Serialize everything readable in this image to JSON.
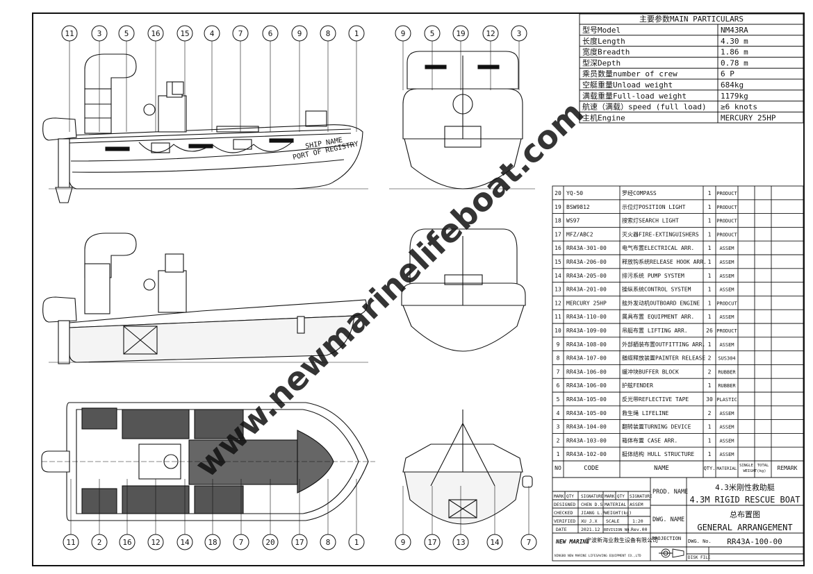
{
  "particulars": {
    "header": "主要参数MAIN PARTICULARS",
    "rows": [
      {
        "label": "型号Model",
        "value": "NM43RA"
      },
      {
        "label": "长度Length",
        "value": "4.30 m"
      },
      {
        "label": "宽度Breadth",
        "value": "1.86 m"
      },
      {
        "label": "型深Depth",
        "value": "0.78 m"
      },
      {
        "label": "乘员数量number of crew",
        "value": "6 P"
      },
      {
        "label": "空艇重量Unload weight",
        "value": "684kg"
      },
      {
        "label": "满载重量Full-load weight",
        "value": "1179kg"
      },
      {
        "label": "航速（满载）speed (full load)",
        "value": "≥6 knots"
      },
      {
        "label": "主机Engine",
        "value": "MERCURY 25HP"
      }
    ]
  },
  "parts": [
    {
      "no": "20",
      "code": "YQ-50",
      "name": "罗经COMPASS",
      "qty": "1",
      "material": "PRODUCT"
    },
    {
      "no": "19",
      "code": "BSW9812",
      "name": "示位灯POSITION LIGHT",
      "qty": "1",
      "material": "PRODUCT"
    },
    {
      "no": "18",
      "code": "WS97",
      "name": "搜索灯SEARCH LIGHT",
      "qty": "1",
      "material": "PRODUCT"
    },
    {
      "no": "17",
      "code": "MFZ/ABC2",
      "name": "灭火器FIRE-EXTINGUISHERS",
      "qty": "1",
      "material": "PRODUCT"
    },
    {
      "no": "16",
      "code": "RR43A-301-00",
      "name": "电气布置ELECTRICAL ARR.",
      "qty": "1",
      "material": "ASSEM"
    },
    {
      "no": "15",
      "code": "RR43A-206-00",
      "name": "释放钩系统RELEASE HOOK ARR.",
      "qty": "1",
      "material": "ASSEM"
    },
    {
      "no": "14",
      "code": "RR43A-205-00",
      "name": "排污系统 PUMP SYSTEM",
      "qty": "1",
      "material": "ASSEM"
    },
    {
      "no": "13",
      "code": "RR43A-201-00",
      "name": "操纵系统CONTROL SYSTEM",
      "qty": "1",
      "material": "ASSEM"
    },
    {
      "no": "12",
      "code": "MERCURY 25HP",
      "name": "舷外发动机OUTBOARD ENGINE",
      "qty": "1",
      "material": "PRODCUT"
    },
    {
      "no": "11",
      "code": "RR43A-110-00",
      "name": "属具布置 EQUIPMENT ARR.",
      "qty": "1",
      "material": "ASSEM"
    },
    {
      "no": "10",
      "code": "RR43A-109-00",
      "name": "吊艇布置 LIFTING ARR.",
      "qty": "26",
      "material": "PRODUCT"
    },
    {
      "no": "9",
      "code": "RR43A-108-00",
      "name": "外部舾装布置OUTFITTING ARR.",
      "qty": "1",
      "material": "ASSEM"
    },
    {
      "no": "8",
      "code": "RR43A-107-00",
      "name": "艏缆释放装置PAINTER RELEASE",
      "qty": "2",
      "material": "SUS304"
    },
    {
      "no": "7",
      "code": "RR43A-106-00",
      "name": "缓冲块BUFFER BLOCK",
      "qty": "2",
      "material": "RUBBER"
    },
    {
      "no": "6",
      "code": "RR43A-106-00",
      "name": "护舷FENDER",
      "qty": "1",
      "material": "RUBBER"
    },
    {
      "no": "5",
      "code": "RR43A-105-00",
      "name": "反光带REFLECTIVE TAPE",
      "qty": "30",
      "material": "PLASTIC"
    },
    {
      "no": "4",
      "code": "RR43A-105-00",
      "name": "救生绳 LIFELINE",
      "qty": "2",
      "material": "ASSEM"
    },
    {
      "no": "3",
      "code": "RR43A-104-00",
      "name": "翻转装置TURNING DEVICE",
      "qty": "1",
      "material": "ASSEM"
    },
    {
      "no": "2",
      "code": "RR43A-103-00",
      "name": "箱体布置 CASE ARR.",
      "qty": "1",
      "material": "ASSEM"
    },
    {
      "no": "1",
      "code": "RR43A-102-00",
      "name": "艇体结构 HULL STRUCTURE",
      "qty": "1",
      "material": "ASSEM"
    }
  ],
  "parts_header": {
    "no": "NO",
    "code": "CODE",
    "name": "NAME",
    "qty": "QTY.",
    "material": "MATERIAL",
    "single": "SINGLE",
    "total": "TOTAL",
    "weight": "WEIGHT(kg)",
    "remark": "REMARK"
  },
  "title_block": {
    "h_mark": "MARK",
    "h_qty": "QTY",
    "h_signature": "SIGNATURE",
    "designed": "DESIGNED",
    "designed_by": "CHEN D.S",
    "checked": "CHECKED",
    "checked_by": "JIANG L.F",
    "verified": "VERIFIED",
    "verified_by": "XU J.X",
    "date": "DATE",
    "date_val": "2021.12",
    "material": "MATERIAL",
    "material_val": "ASSEM",
    "weight": "WEIGHT(kg)",
    "scale": "SCALE",
    "scale_val": "1:20",
    "revision": "REVISION NO.",
    "revision_val": "Rev.00",
    "prod_name": "PROD. NAME",
    "prod_cn": "4.3米刚性救助艇",
    "prod_en": "4.3M RIGID RESCUE BOAT",
    "dwg_name": "DWG. NAME",
    "dwg_cn": "总布置图",
    "dwg_en": "GENERAL ARRANGEMENT",
    "projection": "PROJECTION",
    "dwg_no": "DWG. No.",
    "dwg_no_val": "RR43A-100-00",
    "disk_file": "DISK FILE",
    "logo": "NEW MARINE",
    "company_cn": "宁波新海业救生设备有限公司",
    "company_en": "NINGBO NEW MARINE LIFESAVING EQUIPMENT CO.,LTD"
  },
  "boat_text": {
    "ship_name": "SHIP NAME",
    "port": "PORT OF REGISTRY"
  },
  "watermark": "www.newmarinelifeboat.com",
  "callouts_side_top": [
    "11",
    "3",
    "5",
    "16",
    "15",
    "4",
    "7",
    "6",
    "9",
    "8",
    "1"
  ],
  "callouts_front_top": [
    "9",
    "5",
    "19",
    "12",
    "3"
  ],
  "callouts_plan_bottom": [
    "11",
    "2",
    "16",
    "12",
    "14",
    "18",
    "7",
    "20",
    "17",
    "8",
    "1"
  ],
  "callouts_rear_bottom": [
    "9",
    "17",
    "13",
    "14",
    "7"
  ]
}
